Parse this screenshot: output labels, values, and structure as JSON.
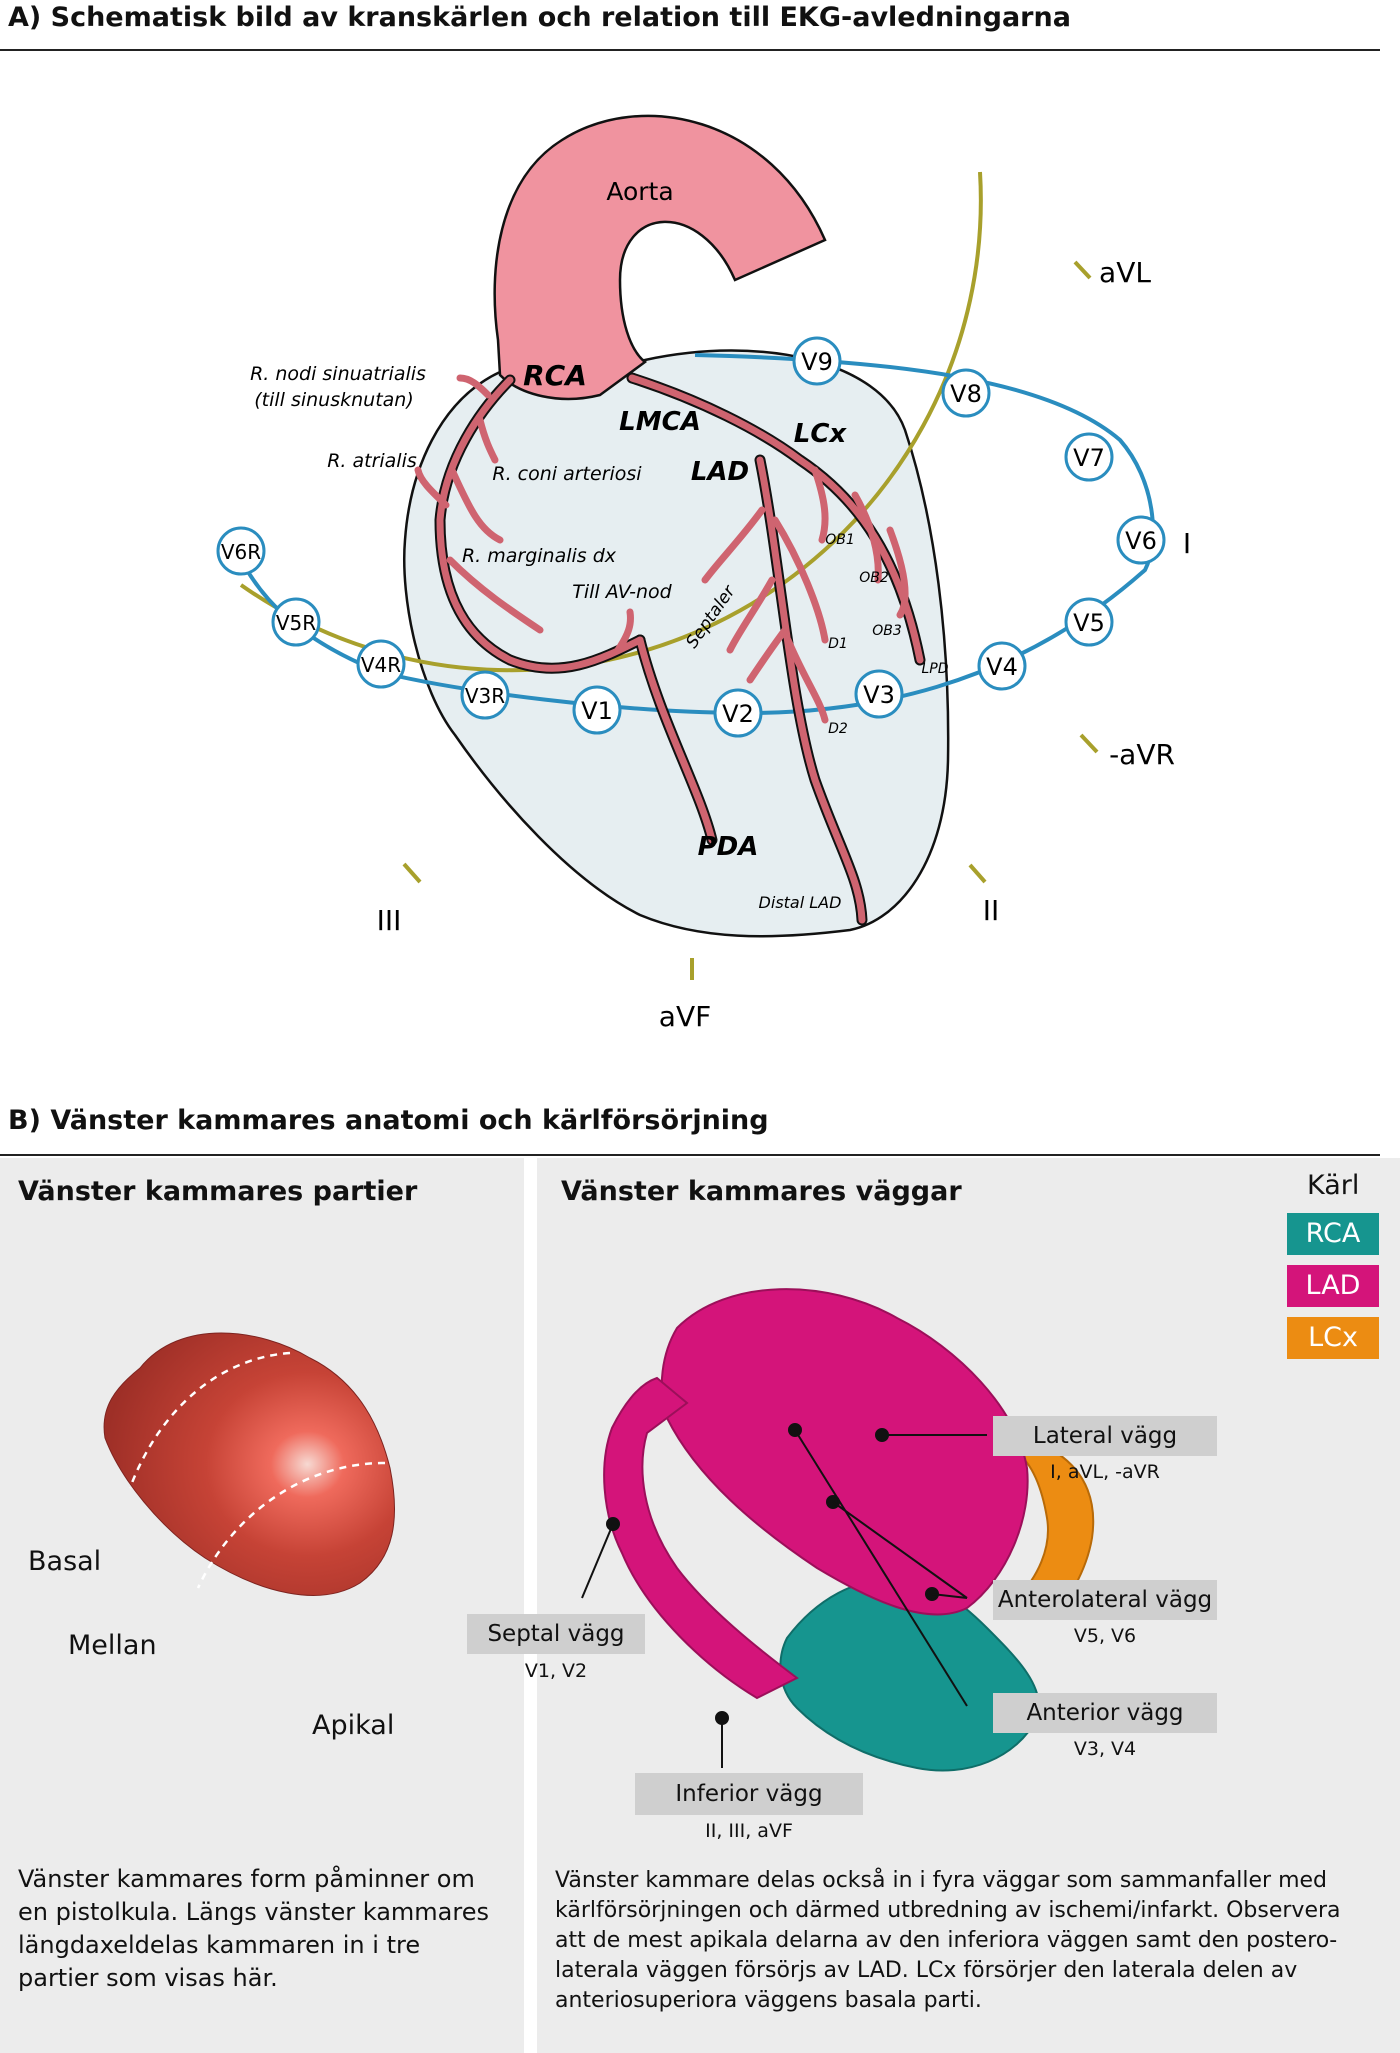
{
  "section_a": {
    "title": "A) Schematisk bild av kranskärlen och relation till EKG-avledningarna",
    "labels": {
      "aorta": "Aorta",
      "rca": "RCA",
      "lmca": "LMCA",
      "lcx": "LCx",
      "lad": "LAD",
      "pda": "PDA",
      "nodi_line1": "R. nodi sinuatrialis",
      "nodi_line2": "(till sinusknutan)",
      "atrialis": "R. atrialis",
      "coni": "R. coni arteriosi",
      "marginalis": "R. marginalis dx",
      "av_nod": "Till AV-nod",
      "septaler": "Septaler",
      "ob1": "OB1",
      "ob2": "OB2",
      "ob3": "OB3",
      "d1": "D1",
      "d2": "D2",
      "lpd": "LPD",
      "distal_lad": "Distal LAD"
    },
    "chest_leads": [
      "V6R",
      "V5R",
      "V4R",
      "V3R",
      "V1",
      "V2",
      "V3",
      "V4",
      "V5",
      "V6",
      "V7",
      "V8",
      "V9"
    ],
    "limb_leads": {
      "avl": "aVL",
      "i": "I",
      "neg_avr": "-aVR",
      "ii": "II",
      "avf": "aVF",
      "iii": "III"
    },
    "colors": {
      "vessel": "#cf6470",
      "aorta": "#f0939f",
      "heart": "#e6eef1",
      "lead_ring": "#2a8dbf",
      "limb_arc": "#a8a02c"
    }
  },
  "section_b": {
    "title": "B) Vänster kammares anatomi och kärlförsörjning",
    "left_panel": {
      "title": "Vänster kammares partier",
      "basal": "Basal",
      "mellan": "Mellan",
      "apikal": "Apikal",
      "description": "Vänster kammares form påminner om en pistolkula. Längs vänster kammares läng­daxeldelas kammaren in i tre partier som visas här."
    },
    "right_panel": {
      "title": "Vänster kammares väggar",
      "legend_title": "Kärl",
      "legend": [
        {
          "label": "RCA",
          "color": "#16958f"
        },
        {
          "label": "LAD",
          "color": "#d4147a"
        },
        {
          "label": "LCx",
          "color": "#ec8c12"
        }
      ],
      "walls": {
        "lateral": {
          "name": "Lateral vägg",
          "leads": "I, aVL, -aVR"
        },
        "anterolateral": {
          "name": "Anterolateral vägg",
          "leads": "V5, V6"
        },
        "anterior": {
          "name": "Anterior vägg",
          "leads": "V3, V4"
        },
        "inferior": {
          "name": "Inferior vägg",
          "leads": "II, III, aVF"
        },
        "septal": {
          "name": "Septal vägg",
          "leads": "V1, V2"
        }
      },
      "description": "Vänster kammare delas också in i fyra väggar som sammanfaller med kärlförsörjningen och därmed utbredning av ischemi/infarkt. Observera att de mest apikala delarna av den inferiora väggen samt den postero­laterala väggen försörjs av LAD. LCx försörjer den laterala delen av anteriosuperiora väggens basala parti."
    }
  }
}
